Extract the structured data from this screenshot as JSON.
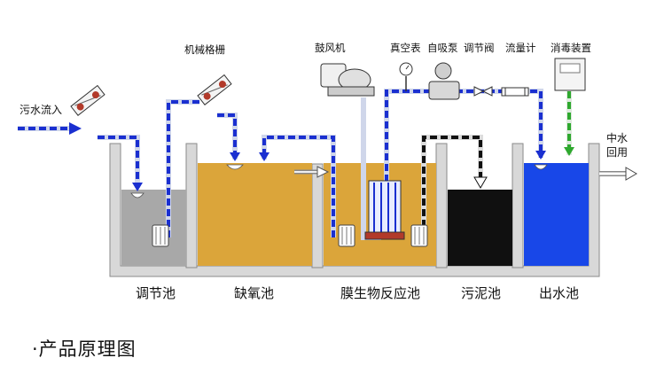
{
  "tanks": [
    {
      "name": "调节池",
      "color": "#a8a8a8"
    },
    {
      "name": "缺氧池",
      "color": "#dba53a"
    },
    {
      "name": "膜生物反应池",
      "color": "#dba53a"
    },
    {
      "name": "污泥池",
      "color": "#101010"
    },
    {
      "name": "出水池",
      "color": "#1847e8"
    }
  ],
  "equipment": {
    "bar_screen": "机械格栅",
    "blower": "鼓风机",
    "vacuum_gauge": "真空表",
    "self_priming_pump": "自吸泵",
    "control_valve": "调节阀",
    "flow_meter": "流量计",
    "disinfection": "消毒装置"
  },
  "inflow_label": "污水流入",
  "outflow_label_1": "中水",
  "outflow_label_2": "回用",
  "caption": "·产品原理图",
  "colors": {
    "pipe_dash_blue": "#1a2fd0",
    "pipe_dash_green": "#2ea82e",
    "pipe_dash_black": "#111111",
    "tank_wall": "#d8d8d8"
  }
}
